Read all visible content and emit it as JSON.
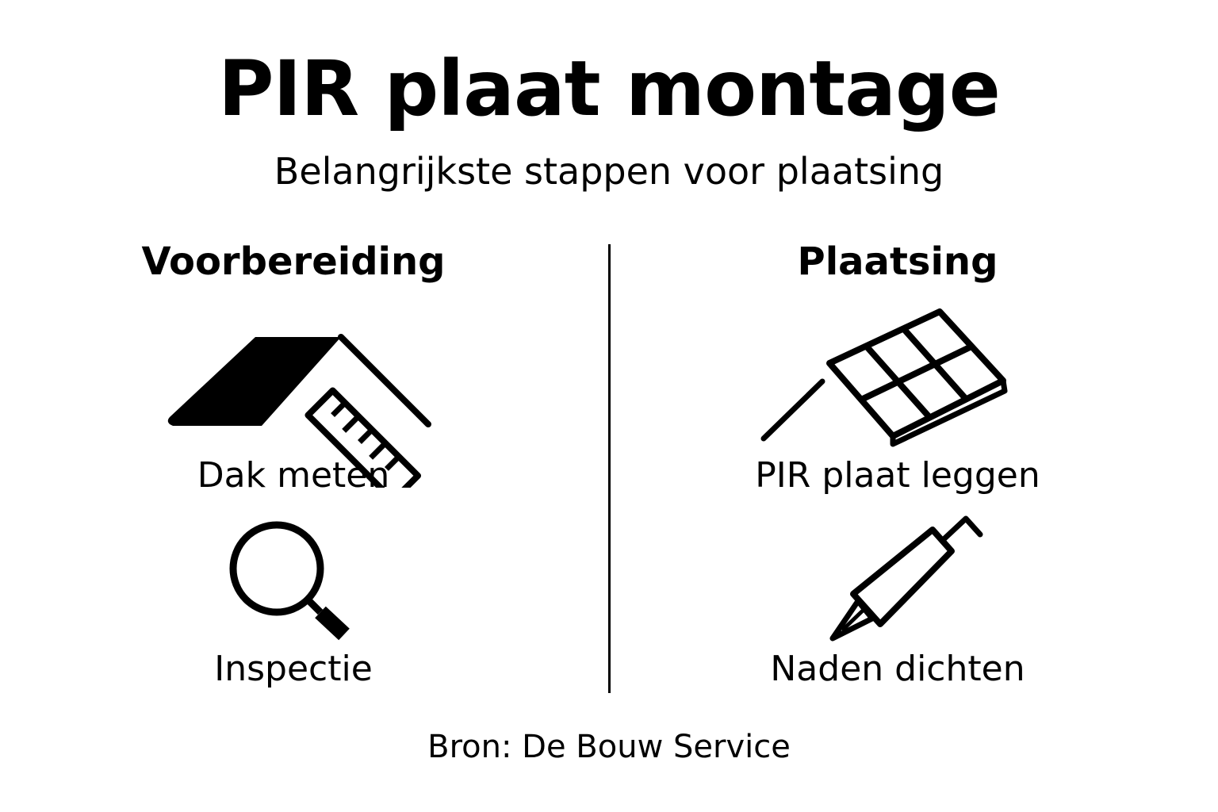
{
  "title": "PIR plaat montage",
  "subtitle": "Belangrijkste stappen voor plaatsing",
  "columns": [
    {
      "heading": "Voorbereiding",
      "steps": [
        {
          "label": "Dak meten",
          "icon": "roof-ruler-icon"
        },
        {
          "label": "Inspectie",
          "icon": "magnifier-icon"
        }
      ]
    },
    {
      "heading": "Plaatsing",
      "steps": [
        {
          "label": "PIR plaat leggen",
          "icon": "insulation-panel-icon"
        },
        {
          "label": "Naden dichten",
          "icon": "caulk-gun-icon"
        }
      ]
    }
  ],
  "source": "Bron: De Bouw Service",
  "colors": {
    "ink": "#000000",
    "background": "#ffffff"
  }
}
